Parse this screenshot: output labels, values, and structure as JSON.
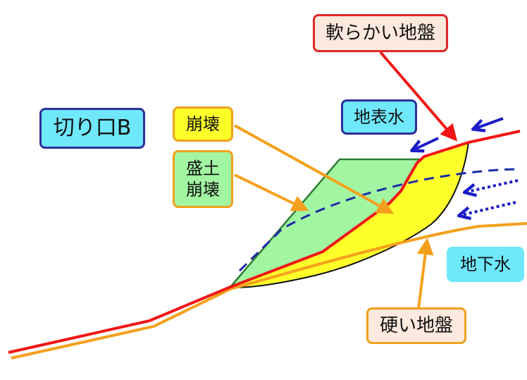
{
  "labels": {
    "soft_ground": "軟らかい地盤",
    "cut_slope": "切り口B",
    "surface_water": "地表水",
    "collapse": "崩壊",
    "fill_collapse": "盛土\n崩壊",
    "groundwater": "地下水",
    "hard_ground": "硬い地盤"
  },
  "colors": {
    "fill_embankment": "#a2f6a2",
    "collapse_zone": "#ffff2a",
    "surface_line": "#f01616",
    "hard_ground_line": "#f5a01c",
    "water_arrow": "#1c1cc8",
    "pointer_arrow": "#f5a01c",
    "soft_ground_arrow": "#f01616"
  }
}
